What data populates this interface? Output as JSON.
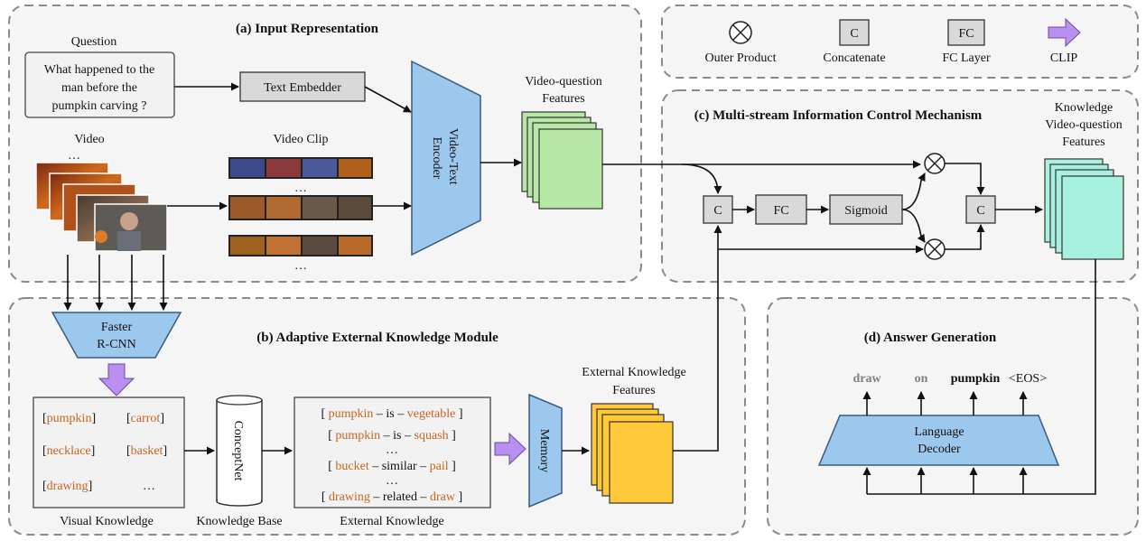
{
  "panels": {
    "a": "(a) Input Representation",
    "b": "(b) Adaptive External Knowledge Module",
    "c": "(c) Multi-stream Information Control Mechanism",
    "d": "(d) Answer Generation"
  },
  "legend": {
    "outer_product": "Outer Product",
    "c_symbol": "C",
    "concatenate": "Concatenate",
    "fc_symbol": "FC",
    "fc_layer": "FC Layer",
    "clip": "CLIP"
  },
  "input": {
    "question_label": "Question",
    "question_lines": [
      "What happened to the",
      "man before the",
      "pumpkin carving ?"
    ],
    "text_embedder": "Text Embedder",
    "video_label": "Video",
    "video_clip_label": "Video Clip",
    "ellipsis": "…",
    "encoder_lines": [
      "Video-Text",
      "Encoder"
    ],
    "vq_features_lines": [
      "Video-question",
      "Features"
    ]
  },
  "multistream": {
    "c": "C",
    "fc": "FC",
    "sigmoid": "Sigmoid",
    "kvq_lines": [
      "Knowledge",
      "Video-question",
      "Features"
    ]
  },
  "knowledge": {
    "rcnn_lines": [
      "Faster",
      "R-CNN"
    ],
    "bracket_open": "[",
    "bracket_close": "]",
    "visual": [
      "pumpkin",
      "carrot",
      "necklace",
      "basket",
      "drawing"
    ],
    "ellipsis": "…",
    "visual_label": "Visual Knowledge",
    "conceptnet": "ConceptNet",
    "kb_label": "Knowledge Base",
    "triples": [
      {
        "open": "[ ",
        "head": "pumpkin",
        "rel": " – is – ",
        "tail": "vegetable",
        "close": " ]"
      },
      {
        "open": "[ ",
        "head": "pumpkin",
        "rel": " – is – ",
        "tail": "squash",
        "close": " ]"
      },
      {
        "open": "[ ",
        "head": "bucket",
        "rel": " – similar – ",
        "tail": "pail",
        "close": " ]"
      },
      {
        "open": "[ ",
        "head": "drawing",
        "rel": " – related – ",
        "tail": "draw",
        "close": " ]"
      }
    ],
    "external_label": "External Knowledge",
    "memory": "Memory",
    "ek_lines": [
      "External Knowledge",
      "Features"
    ]
  },
  "answer": {
    "decoder_lines": [
      "Language",
      "Decoder"
    ],
    "tokens": [
      "draw",
      "on",
      "pumpkin",
      "<EOS>"
    ]
  },
  "colors": {
    "encoder_blue": "#9dc8ee",
    "vq_green": "#b7e8a8",
    "kvq_cyan": "#a8f0e0",
    "ek_yellow": "#ffc93a",
    "clip_purple": "#b98ff0",
    "entity_orange": "#c8641e"
  }
}
